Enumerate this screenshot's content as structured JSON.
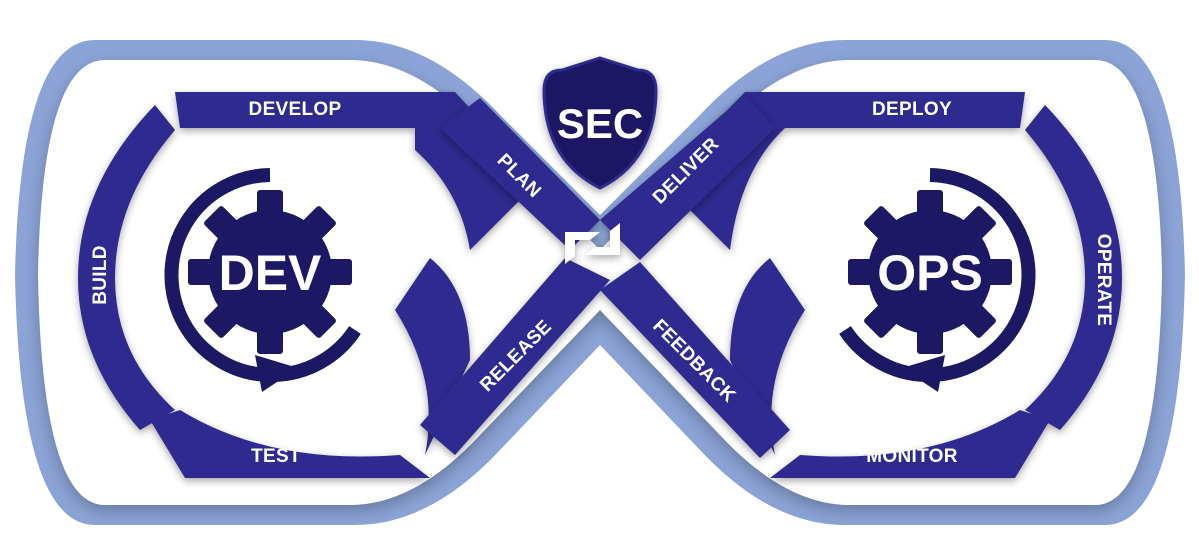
{
  "labels": {
    "sec": "SEC",
    "dev": "DEV",
    "ops": "OPS",
    "develop": "DEVELOP",
    "build": "BUILD",
    "test": "TEST",
    "plan": "PLAN",
    "release": "RELEASE",
    "deliver": "DELIVER",
    "feedback": "FEEDBACK",
    "deploy": "DEPLOY",
    "operate": "OPERATE",
    "monitor": "MONITOR"
  },
  "colors": {
    "primary": "#2e2b8f",
    "dark": "#1c1864",
    "outline": "#8ba3d6",
    "background": "#ffffff"
  }
}
